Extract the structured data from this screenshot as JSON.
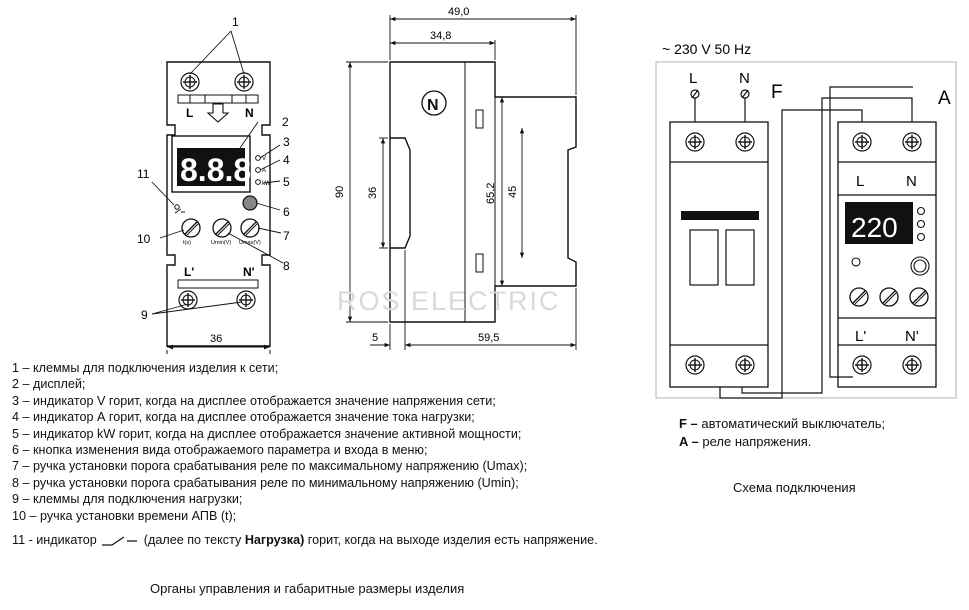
{
  "front_view": {
    "callouts": [
      "1",
      "2",
      "3",
      "4",
      "5",
      "6",
      "7",
      "8",
      "9",
      "10",
      "11"
    ],
    "terminal_top_left": "L",
    "terminal_top_right": "N",
    "terminal_bottom_left": "L'",
    "terminal_bottom_right": "N'",
    "display_digits": "8.8.8",
    "indicator_v": "V",
    "indicator_a": "A",
    "indicator_kw": "kW",
    "knob_labels": [
      "t(s)",
      "Umin(V)",
      "Umax(V)"
    ],
    "width_dim": "36"
  },
  "side_view": {
    "dims": {
      "overall_depth": "49,0",
      "front_depth": "34,8",
      "height": "90",
      "front_height": "36",
      "body_height": "65,2",
      "rail_height": "45",
      "rail_offset": "5",
      "total_depth": "59,5"
    }
  },
  "watermark": "ROS ELECTRIC",
  "legend": [
    "1 – клеммы для подключения изделия к сети;",
    "2 – дисплей;",
    "3 – индикатор V  горит, когда на дисплее отображается значение напряжения сети;",
    "4 – индикатор А горит, когда на дисплее отображается  значение тока нагрузки;",
    "5 – индикатор kW горит, когда на дисплее отображается значение активной мощности;",
    "6 – кнопка изменения вида отображаемого параметра и  входа в меню;",
    "7 – ручка установки порога срабатывания реле по  максимальному  напряжению (Umax);",
    "8 – ручка установки порога срабатывания реле по  минимальному напряжению (Umin);",
    "9 – клеммы для подключения нагрузки;",
    "10 – ручка установки времени АПВ (t);"
  ],
  "note": {
    "prefix": "11 -  индикатор",
    "middle": "(далее по тексту",
    "bold": "Нагрузка)",
    "suffix": "горит, когда на выходе изделия есть напряжение."
  },
  "caption_main": "Органы управления и габаритные размеры изделия",
  "scheme": {
    "supply": "~ 230 V 50 Hz",
    "line_l": "L",
    "line_n": "N",
    "breaker_tag": "F",
    "relay_tag": "A",
    "relay_l": "L",
    "relay_n": "N",
    "relay_l_out": "L'",
    "relay_n_out": "N'",
    "relay_display": "220",
    "f_desc_tag": "F –",
    "f_desc": "автоматический выключатель;",
    "a_desc_tag": "A –",
    "a_desc": "реле напряжения.",
    "caption": "Схема подключения"
  }
}
